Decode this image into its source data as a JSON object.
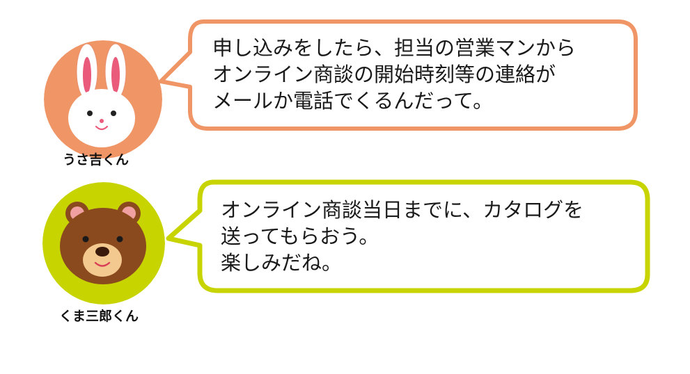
{
  "colors": {
    "rabbit_bg": "#ef9566",
    "rabbit_bubble_border": "#ef9566",
    "bear_bg": "#c8d400",
    "bear_bubble_border": "#c8d400",
    "text": "#1a1a1a"
  },
  "characters": [
    {
      "name": "うさ吉くん",
      "icon": "rabbit-icon",
      "message_lines": [
        "申し込みをしたら、担当の営業マンから",
        "オンライン商談の開始時刻等の連絡が",
        "メールか電話でくるんだって。"
      ]
    },
    {
      "name": "くま三郎くん",
      "icon": "bear-icon",
      "message_lines": [
        "オンライン商談当日までに、カタログを",
        "送ってもらおう。",
        "楽しみだね。"
      ]
    }
  ]
}
